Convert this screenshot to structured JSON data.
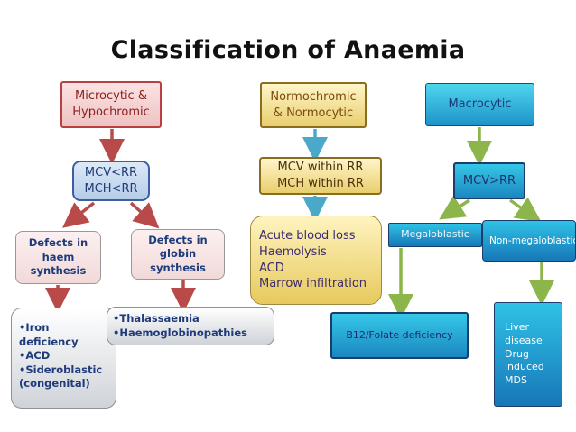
{
  "title": "Classification of Anaemia",
  "nodes": {
    "microcytic": "Microcytic &\nHypochromic",
    "mcv_micro": "MCV<RR\nMCH<RR",
    "defects_haem": "Defects in\nhaem\nsynthesis",
    "defects_globin": "Defects in\nglobin\nsynthesis",
    "iron_list": "•Iron\ndeficiency\n•ACD\n•Sideroblastic\n(congenital)",
    "thal_list": "•Thalassaemia\n•Haemoglobinopathies",
    "normochromic": "Normochromic\n& Normocytic",
    "mcv_normal": "MCV within RR\nMCH within RR",
    "normo_list": "Acute blood loss\nHaemolysis\nACD\nMarrow infiltration",
    "macrocytic": "Macrocytic",
    "mcv_macro": "MCV>RR",
    "megaloblastic": "Megaloblastic",
    "non_megaloblastic": "Non-megaloblastic",
    "b12": "B12/Folate deficiency",
    "non_mega_list": "Liver\ndisease\nDrug\ninduced\nMDS"
  },
  "colors": {
    "microcytic_arrow": "#b84a4a",
    "normocytic_arrow": "#4aa8c8",
    "macrocytic_arrow": "#8cb54c"
  }
}
